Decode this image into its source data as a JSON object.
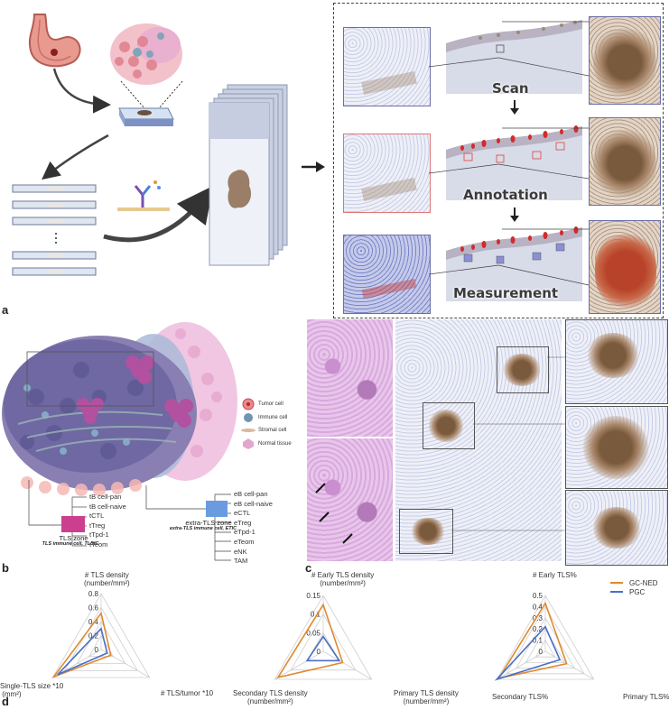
{
  "panels": {
    "a": "a",
    "b": "b",
    "c": "c",
    "d": "d"
  },
  "workflow": {
    "steps": [
      "Scan",
      "Annotation",
      "Measurement"
    ]
  },
  "legend_b": {
    "items": [
      {
        "label": "Tumor cell",
        "color": "#e88a8a"
      },
      {
        "label": "Immune cell",
        "color": "#6f94b4"
      },
      {
        "label": "Stromal cell",
        "color": "#d8b9a0"
      },
      {
        "label": "Normal tissue",
        "color": "#e2a6cf"
      }
    ]
  },
  "tls_zone": {
    "title": "TLS zone",
    "subtitle": "TLS immune cell, TLSIC",
    "color": "#cc3f8e",
    "cells": [
      "tB cell-pan",
      "tB cell-naive",
      "tCTL",
      "tTreg",
      "tTpd-1",
      "tTeom"
    ]
  },
  "extra_tls_zone": {
    "title": "extra-TLS zone",
    "subtitle": "extra-TLS immune cell, ETIC",
    "color": "#6a9be0",
    "cells": [
      "eB cell-pan",
      "eB cell-naive",
      "eCTL",
      "eTreg",
      "eTpd-1",
      "eTeom",
      "eNK",
      "TAM"
    ]
  },
  "chart_data": [
    {
      "type": "radar",
      "axes": [
        "# TLS density (number/mm²)",
        "# TLS/tumor *10",
        "Single-TLS size *10 (mm²)"
      ],
      "ticks": [
        "0",
        "0.2",
        "0.4",
        "0.6",
        "0.8"
      ],
      "rmax": 0.8,
      "series": [
        {
          "name": "GC-NED",
          "color": "#e0892f",
          "values": [
            0.52,
            0.16,
            0.78
          ]
        },
        {
          "name": "PGC",
          "color": "#4a6fc4",
          "values": [
            0.3,
            0.1,
            0.72
          ]
        }
      ]
    },
    {
      "type": "radar",
      "axes": [
        "# Early TLS density (number/mm²)",
        "Primary TLS density (number/mm²)",
        "Secondary TLS density (number/mm²)"
      ],
      "ticks": [
        "0",
        "0.05",
        "0.1",
        "0.15"
      ],
      "rmax": 0.15,
      "series": [
        {
          "name": "GC-NED",
          "color": "#e0892f",
          "values": [
            0.125,
            0.06,
            0.14
          ]
        },
        {
          "name": "PGC",
          "color": "#4a6fc4",
          "values": [
            0.04,
            0.05,
            0.05
          ]
        }
      ]
    },
    {
      "type": "radar",
      "axes": [
        "# Early TLS%",
        "Primary TLS%",
        "Secondary TLS%"
      ],
      "ticks": [
        "0",
        "0.1",
        "0.2",
        "0.3",
        "0.4",
        "0.5"
      ],
      "rmax": 0.5,
      "legend": [
        "GC-NED",
        "PGC"
      ],
      "series": [
        {
          "name": "GC-NED",
          "color": "#e0892f",
          "values": [
            0.43,
            0.22,
            0.48
          ]
        },
        {
          "name": "PGC",
          "color": "#4a6fc4",
          "values": [
            0.22,
            0.15,
            0.5
          ]
        }
      ]
    }
  ]
}
